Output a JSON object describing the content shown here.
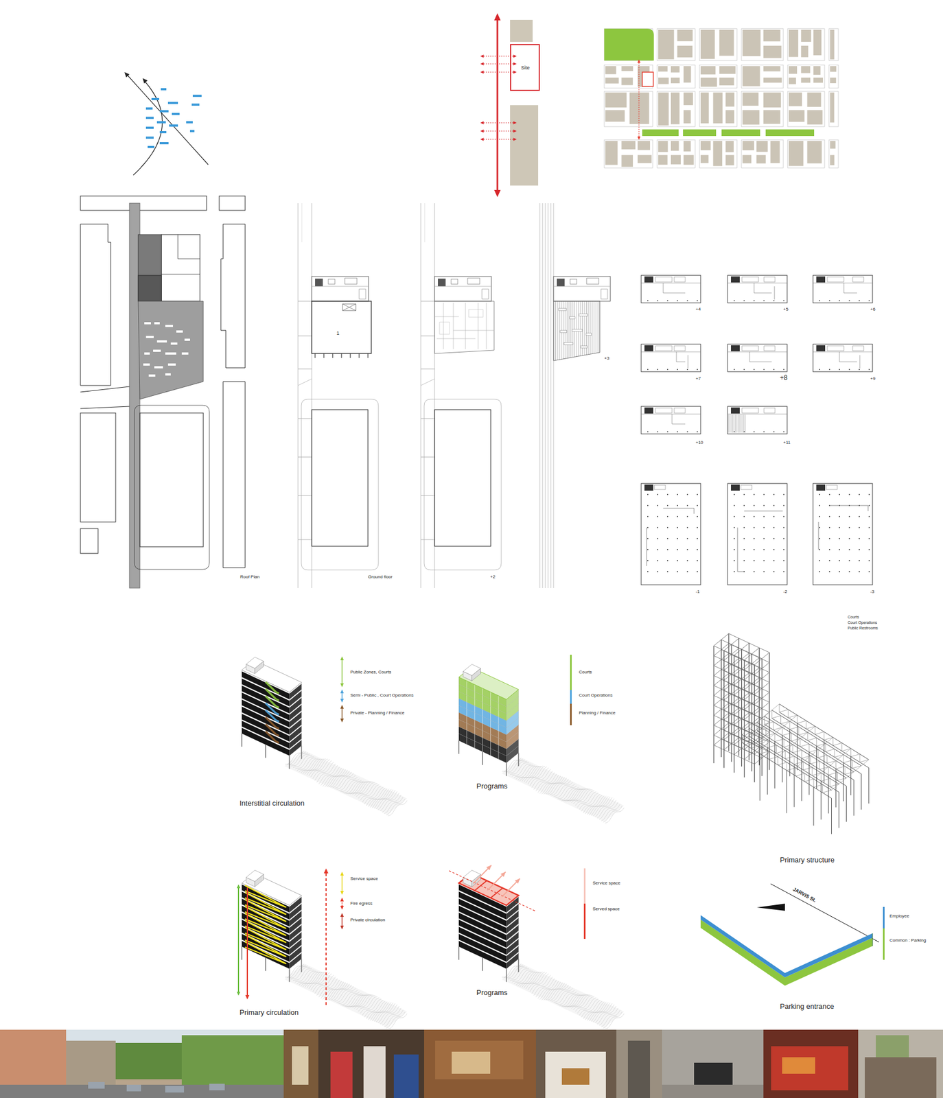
{
  "diagram": {
    "nodes": [
      {
        "text": [
          "Site"
        ]
      }
    ],
    "labels": [
      "Roof Plan",
      "1",
      "Ground floor",
      "+2",
      "+3",
      "+4",
      "+5",
      "+6",
      "+7",
      "+8",
      "+9",
      "+10",
      "+11",
      "-1",
      "-2",
      "-3",
      "Public Zones, Courts",
      "Semi - Public , Court Operations",
      "Private - Planning / Finance",
      "Interstitial circulation",
      "Programs",
      "Courts",
      "Court Operations",
      "Public Restrooms",
      "Primary structure",
      "Service space",
      "Fire egress",
      "Private circulation",
      "Primary circulation",
      "Programs",
      "JARVIS St.",
      "Parking entrance"
    ],
    "legend": [
      {
        "text": "Courts",
        "color": "#8dc63f"
      },
      {
        "text": "Court Operations",
        "color": "#4da3dc"
      },
      {
        "text": "Planning / Finance",
        "color": "#8b5a2b"
      },
      {
        "text": "Service space",
        "color": "#f7c4bb"
      },
      {
        "text": "Served space",
        "color": "#e5382a"
      },
      {
        "text": "Employee",
        "color": "#3d8fd1"
      },
      {
        "text": "Common : Parking",
        "color": "#8dc63f"
      }
    ]
  }
}
